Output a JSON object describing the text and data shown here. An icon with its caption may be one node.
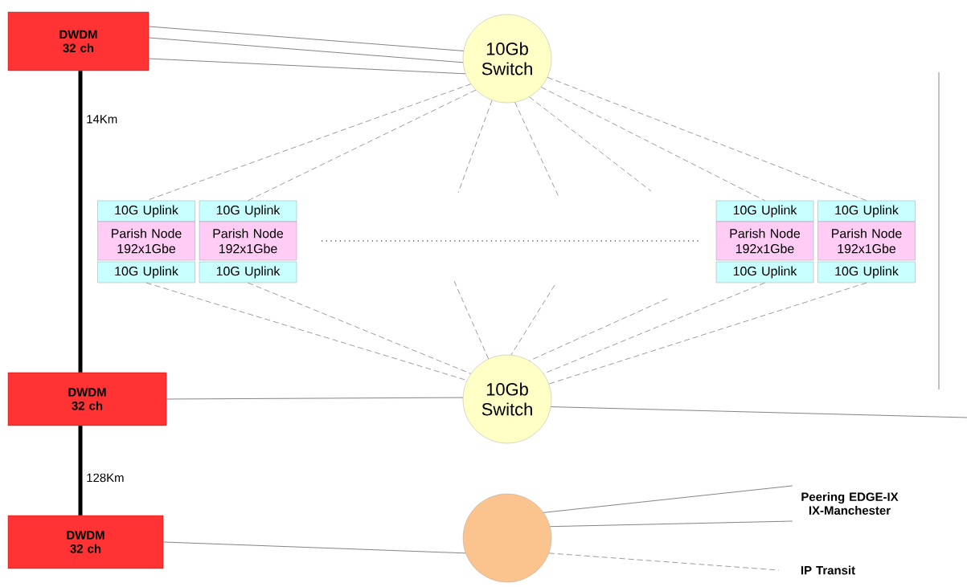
{
  "diagram": {
    "nodes": [
      {
        "text": [
          "DWDM 32 ch"
        ]
      },
      {
        "text": [
          "10Gb Switch"
        ]
      },
      {
        "text": [
          "10G Uplink"
        ]
      },
      {
        "text": [
          "Parish Node 192x1Gbe"
        ]
      },
      {
        "text": [
          "10G Uplink"
        ]
      },
      {
        "text": [
          "10G Uplink"
        ]
      },
      {
        "text": [
          "Parish Node 192x1Gbe"
        ]
      },
      {
        "text": [
          "10G Uplink"
        ]
      },
      {
        "text": [
          "10G Uplink"
        ]
      },
      {
        "text": [
          "Parish Node 192x1Gbe"
        ]
      },
      {
        "text": [
          "10G Uplink"
        ]
      },
      {
        "text": [
          "10G Uplink"
        ]
      },
      {
        "text": [
          "Parish Node 192x1Gbe"
        ]
      },
      {
        "text": [
          "10G Uplink"
        ]
      },
      {
        "text": [
          "DWDM 32 ch"
        ]
      },
      {
        "text": [
          "10Gb Switch"
        ]
      },
      {
        "text": [
          "DWDM 32 ch"
        ]
      },
      {
        "text": [],
        "shape": "circle"
      },
      {
        "text": [
          "Peering EDGE-IX IX-Manchester"
        ]
      },
      {
        "text": [
          "IP Transit"
        ]
      }
    ],
    "edges": [
      {
        "from": 0,
        "to": 1,
        "arrow": "none"
      },
      {
        "from": 0,
        "to": 1,
        "arrow": "none"
      },
      {
        "from": 0,
        "to": 1,
        "arrow": "none"
      },
      {
        "from": 0,
        "to": 14,
        "arrow": "none",
        "label": "14Km",
        "style": "thick",
        "color": "#000000"
      },
      {
        "from": 14,
        "to": 16,
        "arrow": "none",
        "label": "128Km",
        "style": "thick",
        "color": "#000000"
      },
      {
        "from": 1,
        "to": 2,
        "arrow": "none",
        "style": "dashed"
      },
      {
        "from": 1,
        "to": 5,
        "arrow": "none",
        "style": "dashed"
      },
      {
        "from": 1,
        "to": 8,
        "arrow": "none",
        "style": "dashed"
      },
      {
        "from": 1,
        "to": 11,
        "arrow": "none",
        "style": "dashed"
      },
      {
        "from": 1,
        "to": null,
        "arrow": "none",
        "style": "dashed"
      },
      {
        "from": 1,
        "to": null,
        "arrow": "none",
        "style": "dashed"
      },
      {
        "from": 1,
        "to": null,
        "arrow": "none",
        "style": "dashed"
      },
      {
        "from": 4,
        "to": 15,
        "arrow": "none",
        "style": "dashed"
      },
      {
        "from": 7,
        "to": 15,
        "arrow": "none",
        "style": "dashed"
      },
      {
        "from": 10,
        "to": 15,
        "arrow": "none",
        "style": "dashed"
      },
      {
        "from": 13,
        "to": 15,
        "arrow": "none",
        "style": "dashed"
      },
      {
        "from": null,
        "to": 15,
        "arrow": "none",
        "style": "dashed"
      },
      {
        "from": null,
        "to": 15,
        "arrow": "none",
        "style": "dashed"
      },
      {
        "from": null,
        "to": 15,
        "arrow": "none",
        "style": "dashed"
      },
      {
        "from": 14,
        "to": 15,
        "arrow": "none"
      },
      {
        "from": 15,
        "to": null,
        "arrow": "none"
      },
      {
        "from": 16,
        "to": 17,
        "arrow": "none"
      },
      {
        "from": 17,
        "to": 18,
        "arrow": "none"
      },
      {
        "from": 17,
        "to": 18,
        "arrow": "none"
      },
      {
        "from": 17,
        "to": 19,
        "arrow": "none",
        "style": "dashed"
      }
    ]
  }
}
